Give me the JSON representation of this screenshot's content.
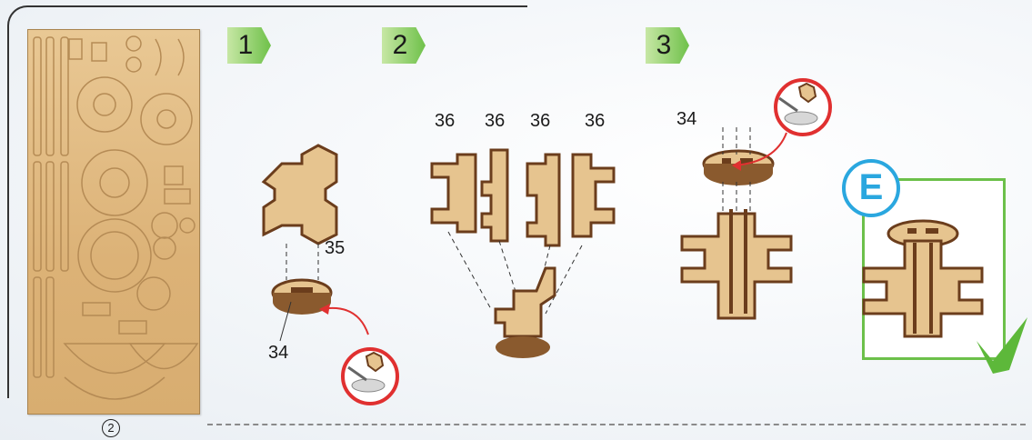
{
  "steps": [
    {
      "number": "1"
    },
    {
      "number": "2"
    },
    {
      "number": "3"
    }
  ],
  "sheet_number": "2",
  "part_labels": {
    "step1_top": "35",
    "step1_base": "34",
    "step2_a": "36",
    "step2_b": "36",
    "step2_c": "36",
    "step2_d": "36",
    "step3_base": "34"
  },
  "result_badge": "E",
  "colors": {
    "badge_green": "#6fc14a",
    "wood_light": "#e6c48f",
    "wood_dark": "#6b3d1c",
    "glue_red": "#e03030",
    "check_green": "#5db83a",
    "e_blue": "#2aa7df"
  }
}
